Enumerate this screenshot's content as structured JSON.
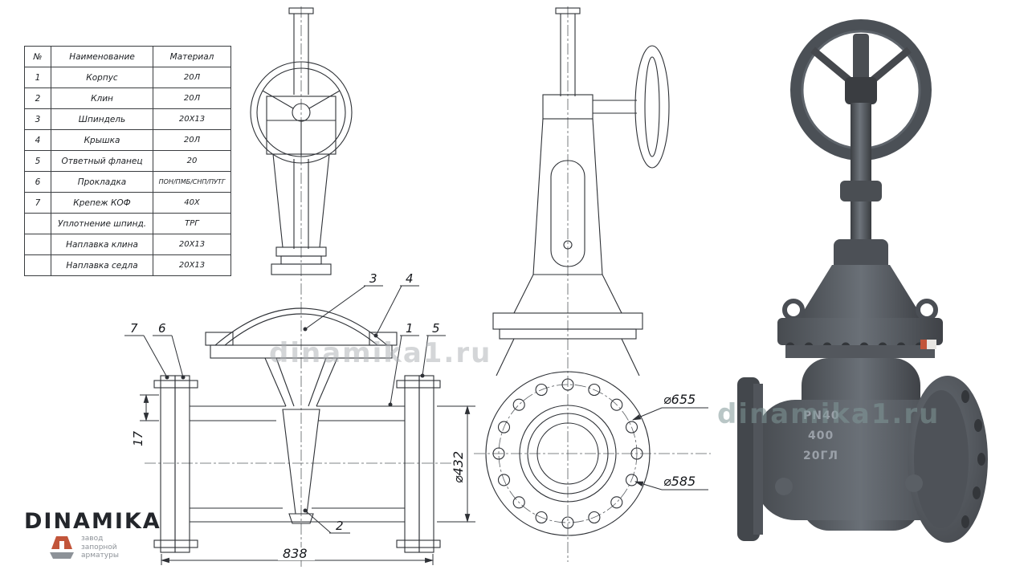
{
  "parts_table": {
    "headers": {
      "num": "№",
      "name": "Наименование",
      "material": "Материал"
    },
    "rows": [
      {
        "num": "1",
        "name": "Корпус",
        "material": "20Л"
      },
      {
        "num": "2",
        "name": "Клин",
        "material": "20Л"
      },
      {
        "num": "3",
        "name": "Шпиндель",
        "material": "20Х13"
      },
      {
        "num": "4",
        "name": "Крышка",
        "material": "20Л"
      },
      {
        "num": "5",
        "name": "Ответный фланец",
        "material": "20"
      },
      {
        "num": "6",
        "name": "Прокладка",
        "material": "ПОН/ПМБ/СНП/ПУТГ"
      },
      {
        "num": "7",
        "name": "Крепеж КОФ",
        "material": "40Х"
      },
      {
        "num": "",
        "name": "Уплотнение шпинд.",
        "material": "ТРГ"
      },
      {
        "num": "",
        "name": "Наплавка клина",
        "material": "20Х13"
      },
      {
        "num": "",
        "name": "Наплавка седла",
        "material": "20Х13"
      }
    ]
  },
  "front_view": {
    "callouts": {
      "c1": "1",
      "c2": "2",
      "c3": "3",
      "c4": "4",
      "c5": "5",
      "c6": "6",
      "c7": "7"
    },
    "dim_17": "17",
    "dim_838": "838"
  },
  "side_view": {
    "dim_d655": "⌀655",
    "dim_d585": "⌀585",
    "dim_d432": "⌀432"
  },
  "photo": {
    "cast_marks": {
      "pn": "PN40",
      "dn": "400",
      "material": "20ГЛ"
    }
  },
  "watermark": {
    "text": "dinamika1.ru"
  },
  "logo": {
    "brand": "DINAMIKA",
    "tagline_line1": "завод",
    "tagline_line2": "запорной",
    "tagline_line3": "арматуры"
  },
  "colors": {
    "accent_red": "#c2553a",
    "line": "#2e3136",
    "metal_dark": "#3c3f43"
  }
}
